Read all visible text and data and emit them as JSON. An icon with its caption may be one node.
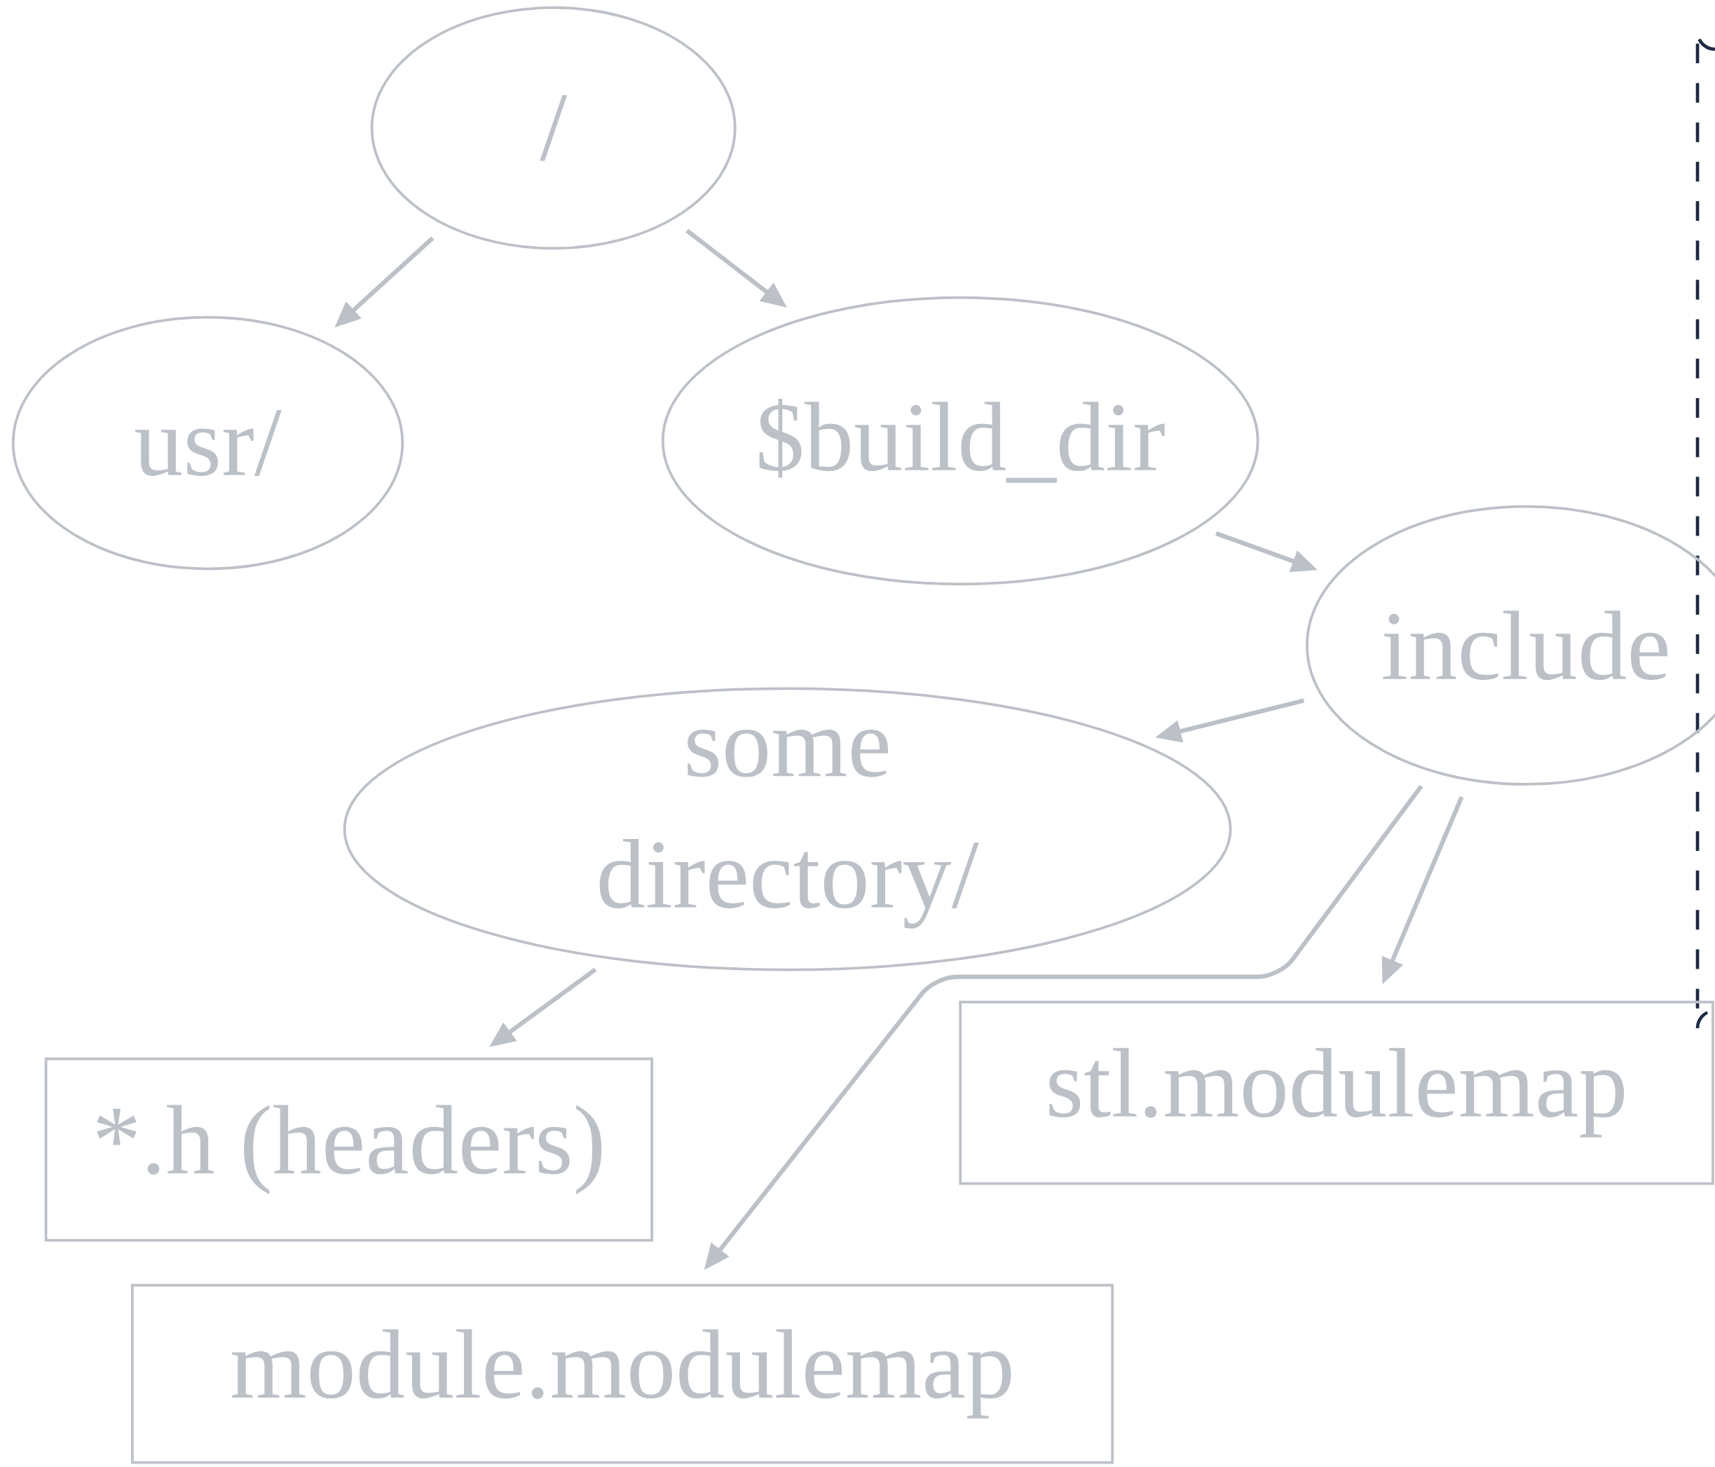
{
  "diagram": {
    "nodes": [
      {
        "text": [
          "/"
        ]
      },
      {
        "text": [
          "usr/"
        ]
      },
      {
        "text": [
          "$build_dir"
        ]
      },
      {
        "text": [
          "include"
        ]
      },
      {
        "text": [
          "some directory/"
        ]
      },
      {
        "text": [
          "*.h (headers)"
        ]
      },
      {
        "text": [
          "stl.modulemap"
        ]
      },
      {
        "text": [
          "module.modulemap"
        ]
      }
    ],
    "edges": [
      {
        "from": 0,
        "to": 1,
        "arrow": "to"
      },
      {
        "from": 0,
        "to": 2,
        "arrow": "to"
      },
      {
        "from": 2,
        "to": 3,
        "arrow": "to"
      },
      {
        "from": 3,
        "to": 4,
        "arrow": "to"
      },
      {
        "from": 4,
        "to": 5,
        "arrow": "to"
      },
      {
        "from": 3,
        "to": 6,
        "arrow": "to"
      },
      {
        "from": 3,
        "to": 7,
        "arrow": "to"
      }
    ]
  }
}
